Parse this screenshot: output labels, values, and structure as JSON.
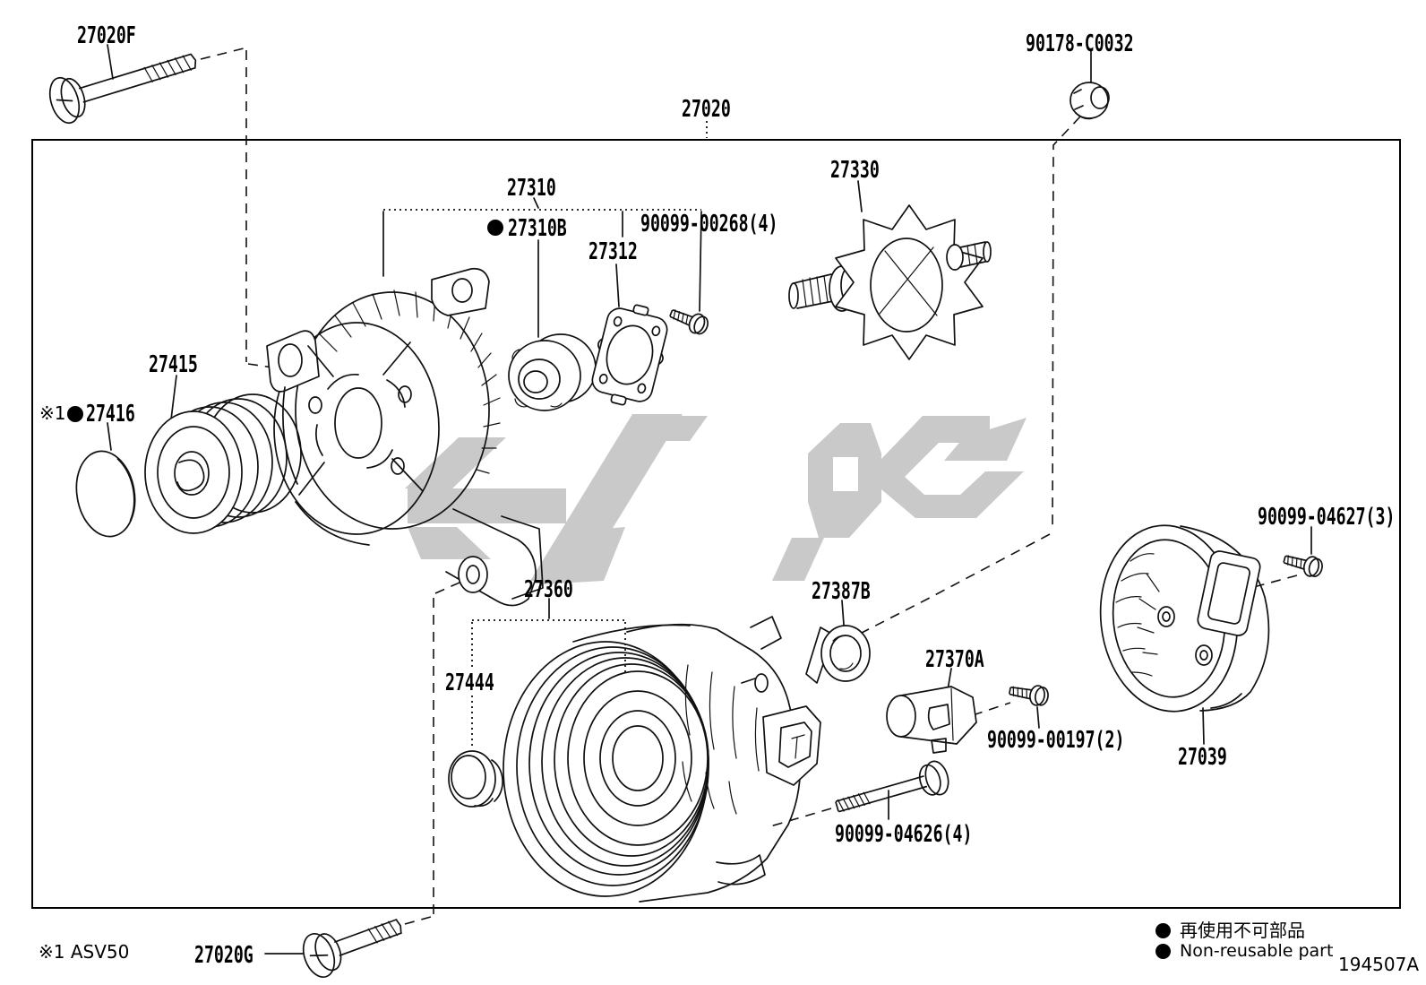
{
  "labels": {
    "p27020f": "27020F",
    "p90178": "90178-C0032",
    "p27020": "27020",
    "p27310": "27310",
    "p27310b": "27310B",
    "p27312": "27312",
    "p90099_00268": "90099-00268(4)",
    "p27330": "27330",
    "p27415": "27415",
    "p27416_ref": "※1",
    "p27416": "27416",
    "p27360": "27360",
    "p27444": "27444",
    "p27387b": "27387B",
    "p27370a": "27370A",
    "p90099_00197": "90099-00197(2)",
    "p90099_04627": "90099-04627(3)",
    "p27039": "27039",
    "p90099_04626": "90099-04626(4)",
    "p27020g": "27020G"
  },
  "footer": {
    "note": "※1 ASV50",
    "legend_jp": "再使用不可部品",
    "legend_en": "Non-reusable part",
    "diagram_code": "194507A"
  },
  "colors": {
    "line": "#111111",
    "watermark": "#c9c9c9",
    "background": "#ffffff",
    "text": "#000000"
  }
}
